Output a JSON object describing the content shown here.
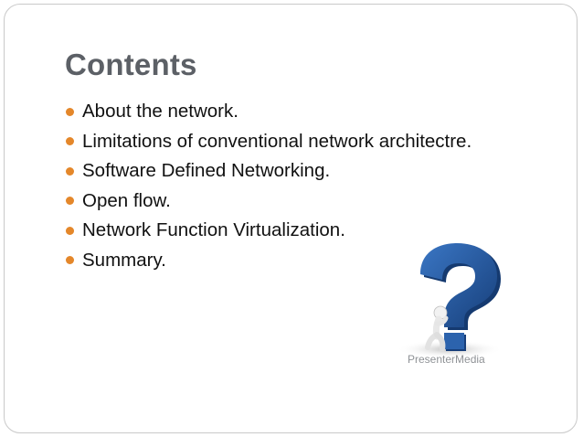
{
  "slide": {
    "title": "Contents",
    "bullets": [
      "About the network.",
      "Limitations of conventional network architectre.",
      "Software Defined Networking.",
      "Open flow.",
      "Network Function Virtualization.",
      "Summary."
    ],
    "bullet_color": "#e4872a",
    "title_color": "#5c6066",
    "illustration": {
      "icon": "question-mark-with-figure-icon",
      "question_color": "#1f4f8f",
      "watermark": "PresenterMedia"
    }
  }
}
